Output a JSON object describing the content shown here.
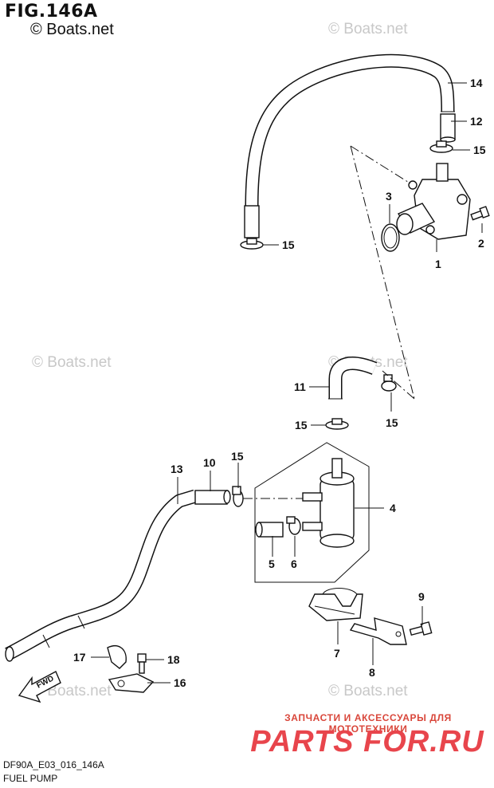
{
  "header": {
    "figure_label": "FIG.146A",
    "copyright": "© Boats.net"
  },
  "watermarks": [
    "© Boats.net",
    "© Boats.net",
    "© Boats.net",
    "© Boats.net",
    "© Boats.net"
  ],
  "direction_arrow": {
    "label": "FWD"
  },
  "callouts": [
    {
      "id": "callout-1",
      "label": "1"
    },
    {
      "id": "callout-2",
      "label": "2"
    },
    {
      "id": "callout-3",
      "label": "3"
    },
    {
      "id": "callout-4",
      "label": "4"
    },
    {
      "id": "callout-5",
      "label": "5"
    },
    {
      "id": "callout-6",
      "label": "6"
    },
    {
      "id": "callout-7",
      "label": "7"
    },
    {
      "id": "callout-8",
      "label": "8"
    },
    {
      "id": "callout-9",
      "label": "9"
    },
    {
      "id": "callout-10",
      "label": "10"
    },
    {
      "id": "callout-11",
      "label": "11"
    },
    {
      "id": "callout-12",
      "label": "12"
    },
    {
      "id": "callout-13",
      "label": "13"
    },
    {
      "id": "callout-14",
      "label": "14"
    },
    {
      "id": "callout-15a",
      "label": "15"
    },
    {
      "id": "callout-15b",
      "label": "15"
    },
    {
      "id": "callout-15c",
      "label": "15"
    },
    {
      "id": "callout-15d",
      "label": "15"
    },
    {
      "id": "callout-15e",
      "label": "15"
    },
    {
      "id": "callout-16",
      "label": "16"
    },
    {
      "id": "callout-17",
      "label": "17"
    },
    {
      "id": "callout-18",
      "label": "18"
    }
  ],
  "footer": {
    "diagram_code": "DF90A_E03_016_146A",
    "section_name": "FUEL PUMP"
  },
  "promo": {
    "tagline": "ЗАПЧАСТИ И АКСЕССУАРЫ ДЛЯ МОТОТЕХНИКИ",
    "logo_text": "PARTS FOR.RU",
    "logo_color": "#e8454c"
  }
}
